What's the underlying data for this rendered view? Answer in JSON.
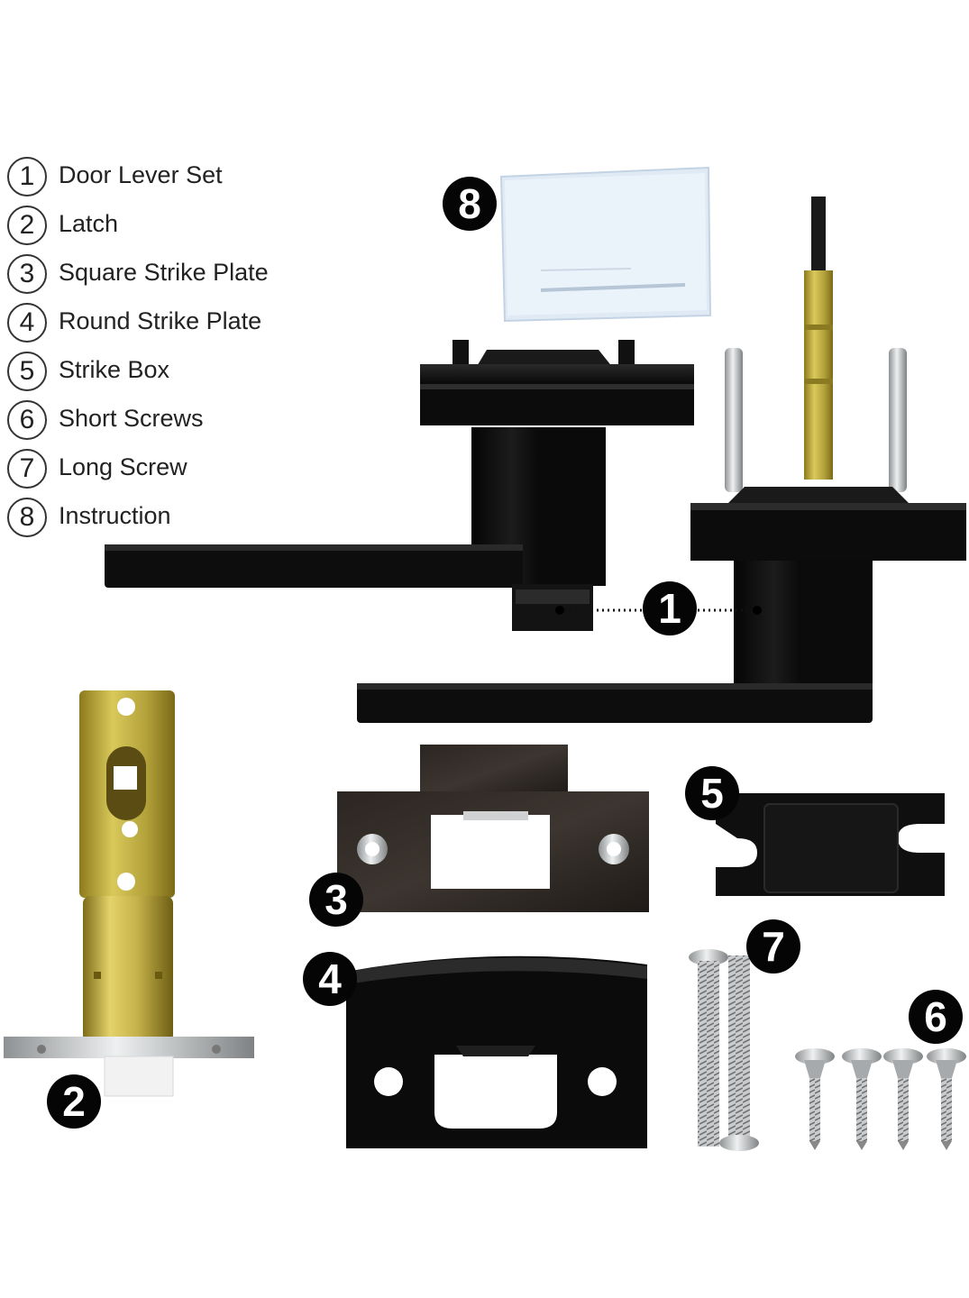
{
  "legend": [
    {
      "num": "1",
      "label": "Door Lever Set"
    },
    {
      "num": "2",
      "label": "Latch"
    },
    {
      "num": "3",
      "label": "Square Strike Plate"
    },
    {
      "num": "4",
      "label": "Round Strike Plate"
    },
    {
      "num": "5",
      "label": "Strike Box"
    },
    {
      "num": "6",
      "label": "Short Screws"
    },
    {
      "num": "7",
      "label": "Long Screw"
    },
    {
      "num": "8",
      "label": "Instruction"
    }
  ],
  "badges": {
    "lever_set": "1",
    "latch": "2",
    "square_strike_plate": "3",
    "round_strike_plate": "4",
    "strike_box": "5",
    "short_screws": "6",
    "long_screws": "7",
    "instruction": "8"
  },
  "colors": {
    "finish": "#0b0b0b",
    "brass": "#b8a43c",
    "steel": "#b9bcbf",
    "paper": "#dce9f6"
  }
}
